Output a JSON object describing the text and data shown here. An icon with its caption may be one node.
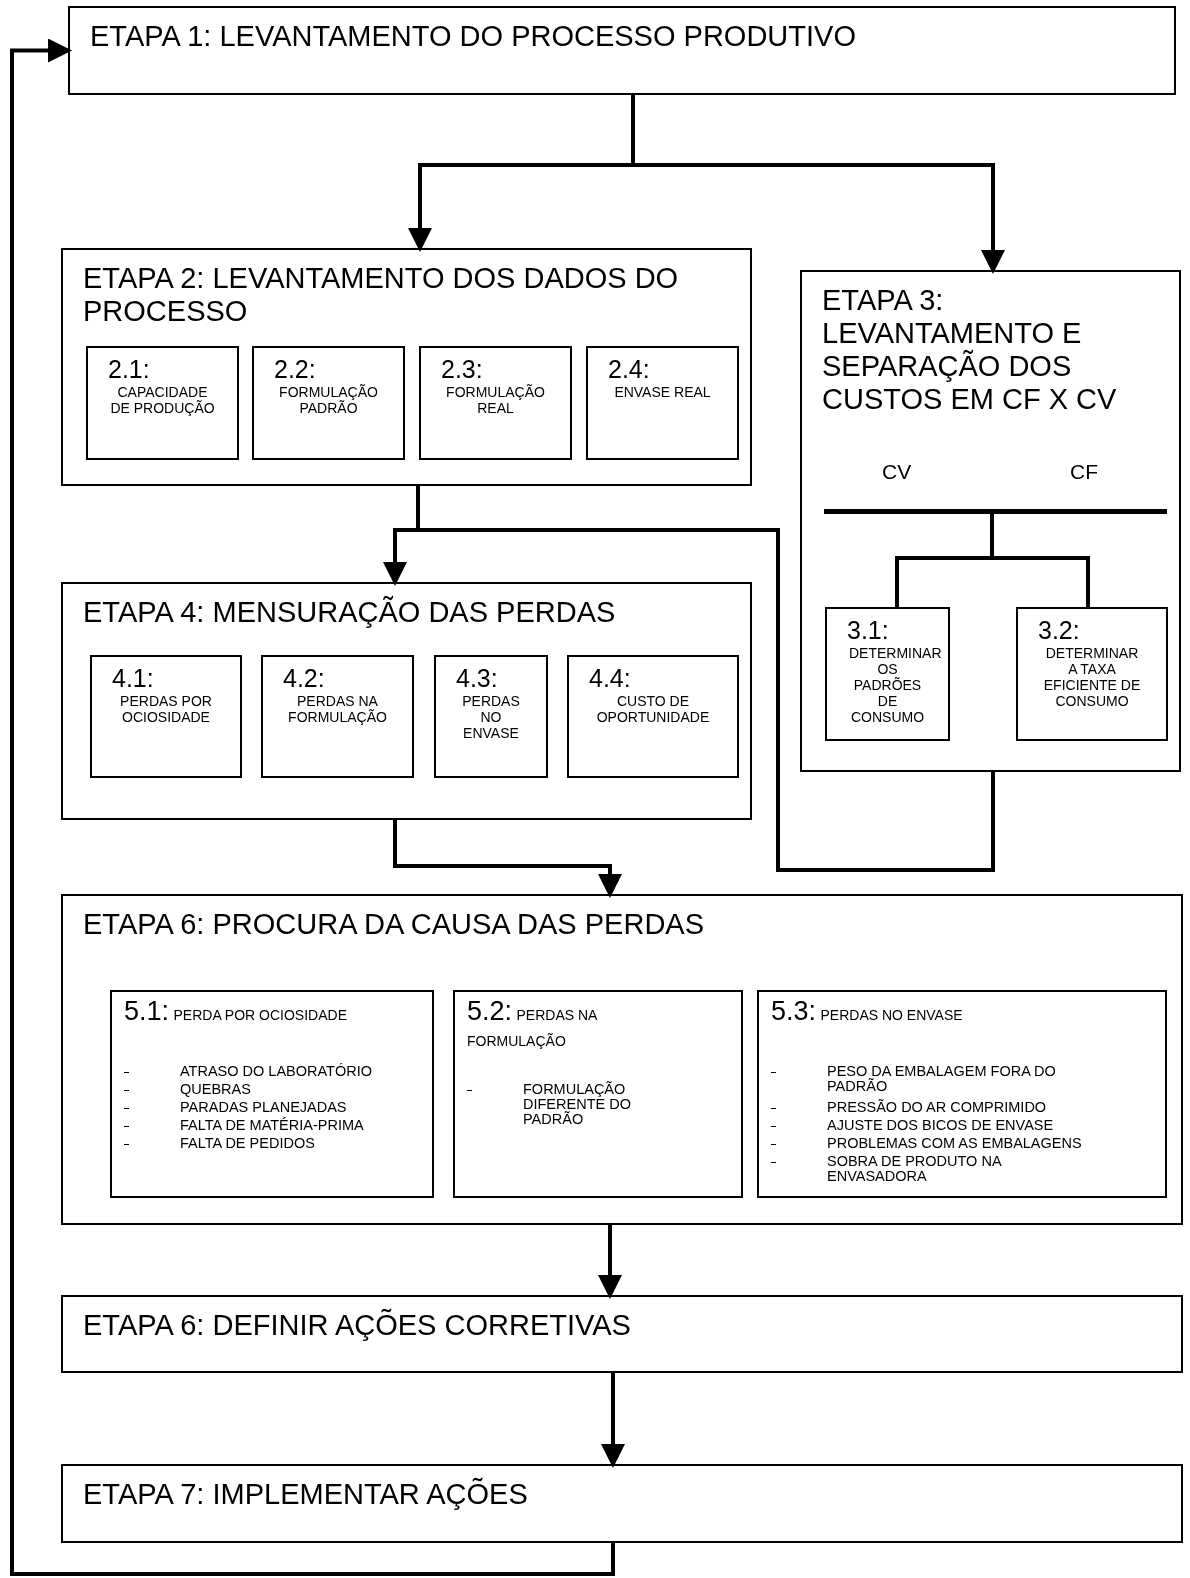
{
  "diagram": {
    "nodes": [
      {
        "text": [
          "ETAPA 1: LEVANTAMENTO DO PROCESSO PRODUTIVO"
        ]
      },
      {
        "text": [
          "ETAPA 2: LEVANTAMENTO DOS DADOS DO PROCESSO"
        ]
      },
      {
        "text": [
          "2.1:",
          "CAPACIDADE DE PRODUÇÃO"
        ],
        "in": 1
      },
      {
        "text": [
          "2.2:",
          "FORMULAÇÃO PADRÃO"
        ],
        "in": 1
      },
      {
        "text": [
          "2.3:",
          "FORMULAÇÃO REAL"
        ],
        "in": 1
      },
      {
        "text": [
          "2.4:",
          "ENVASE REAL"
        ],
        "in": 1
      },
      {
        "text": [
          "ETAPA 3: LEVANTAMENTO E SEPARAÇÃO DOS CUSTOS EM CF X CV",
          "CV",
          "CF"
        ]
      },
      {
        "text": [],
        "shape": "bar",
        "in": 6
      },
      {
        "text": [
          "3.1:",
          "DETERMINAR OS PADRÕES DE CONSUMO"
        ],
        "in": 6
      },
      {
        "text": [
          "3.2:",
          "DETERMINAR A TAXA EFICIENTE DE CONSUMO"
        ],
        "in": 6
      },
      {
        "text": [
          "ETAPA 4: MENSURAÇÃO DAS PERDAS"
        ]
      },
      {
        "text": [
          "4.1:",
          "PERDAS POR OCIOSIDADE"
        ],
        "in": 10
      },
      {
        "text": [
          "4.2:",
          "PERDAS NA FORMULAÇÃO"
        ],
        "in": 10
      },
      {
        "text": [
          "4.3:",
          "PERDAS NO ENVASE"
        ],
        "in": 10
      },
      {
        "text": [
          "4.4:",
          "CUSTO DE OPORTUNIDADE"
        ],
        "in": 10
      },
      {
        "text": [
          "ETAPA 6: PROCURA DA CAUSA DAS PERDAS"
        ]
      },
      {
        "text": [
          "5.1:",
          "PERDA POR OCIOSIDADE",
          "ATRASO DO LABORATÓRIO",
          "QUEBRAS",
          "PARADAS PLANEJADAS",
          "FALTA DE MATÉRIA-PRIMA",
          "FALTA DE PEDIDOS"
        ],
        "in": 15
      },
      {
        "text": [
          "5.2:",
          "PERDAS NA FORMULAÇÃO",
          "FORMULAÇÃO DIFERENTE DO PADRÃO"
        ],
        "in": 15
      },
      {
        "text": [
          "5.3:",
          "PERDAS NO ENVASE",
          "PESO DA EMBALAGEM FORA DO PADRÃO",
          "PRESSÃO DO AR COMPRIMIDO",
          "AJUSTE DOS BICOS DE ENVASE",
          "PROBLEMAS COM AS EMBALAGENS",
          "SOBRA DE PRODUTO NA ENVASADORA"
        ],
        "in": 15
      },
      {
        "text": [
          "ETAPA 6: DEFINIR AÇÕES CORRETIVAS"
        ]
      },
      {
        "text": [
          "ETAPA 7: IMPLEMENTAR AÇÕES"
        ]
      }
    ],
    "edges": [
      {
        "from": 0,
        "to": 1,
        "arrow": "to"
      },
      {
        "from": 0,
        "to": 6,
        "arrow": "to"
      },
      {
        "from": 1,
        "to": 10,
        "arrow": "to"
      },
      {
        "from": 6,
        "to": 1,
        "arrow": "none"
      },
      {
        "from": 7,
        "to": 8,
        "arrow": "none"
      },
      {
        "from": 7,
        "to": 9,
        "arrow": "none"
      },
      {
        "from": 10,
        "to": 15,
        "arrow": "to"
      },
      {
        "from": 15,
        "to": 19,
        "arrow": "to"
      },
      {
        "from": 19,
        "to": 20,
        "arrow": "to"
      },
      {
        "from": 20,
        "to": 0,
        "arrow": "to"
      }
    ]
  }
}
